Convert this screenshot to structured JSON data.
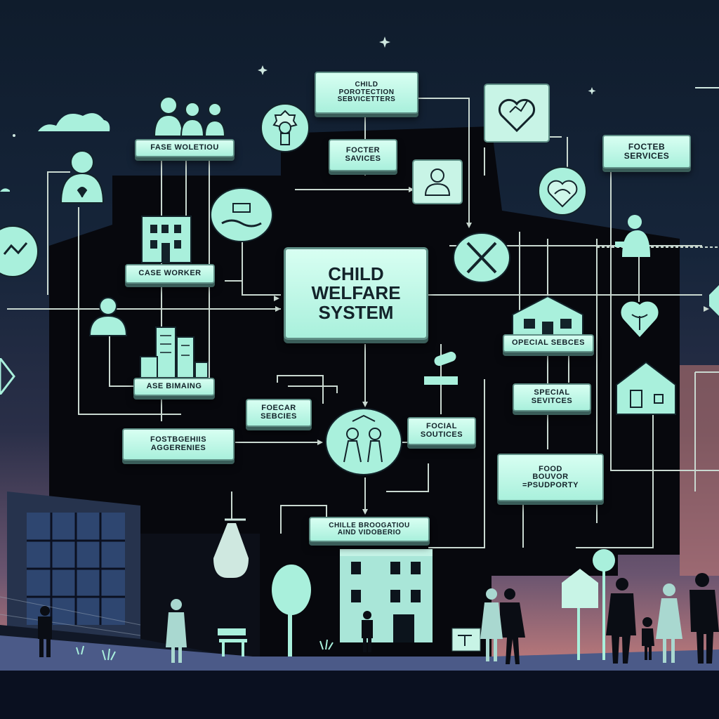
{
  "main_node": {
    "lines": [
      "CHILD",
      "WELFARE",
      "SYSTEM"
    ]
  },
  "labels": {
    "child_protection": [
      "CHILD",
      "POROTECTION",
      "SEBVICETTERS"
    ],
    "case_worker_top": "FASE WOLETIOU",
    "foster_services_top": [
      "FOCTER",
      "SAVICES"
    ],
    "foster_services_right": [
      "FOCTEB",
      "SERVICES"
    ],
    "case_worker": "CASE WORKER",
    "case_building": "ASE BIMAING",
    "foster_agencies": [
      "FOSTBGEHIIS",
      "AGGERENIES"
    ],
    "foster_care_services": [
      "FOECAR",
      "SEBCIES"
    ],
    "social_services": [
      "FOCIAL",
      "SOUTICES"
    ],
    "special_services_top": "OPECIAL SEBCES",
    "special_services_mid": [
      "SPECIAL",
      "SEVITCES"
    ],
    "food_support": [
      "FOOD",
      "BOUVOR",
      "=PSUDPORTY"
    ],
    "child_protection_bottom": [
      "CHILLE BROOGATIOU",
      "AIND VIDOBERIO"
    ]
  },
  "colors": {
    "node_fill": "#b8f5e2",
    "node_border": "#5f8f86",
    "line": "#c9d8d0",
    "building": "#07080d",
    "sky_top": "#0f1c2c",
    "sky_bottom": "#d98a74"
  },
  "icons": [
    "family-icon",
    "heart-hands-icon",
    "person-icon",
    "handshake-icon",
    "heart-icon",
    "tools-icon",
    "house-icon",
    "parent-child-icon",
    "buildings-icon",
    "bow-heart-icon",
    "tree-icon",
    "people-icon"
  ]
}
